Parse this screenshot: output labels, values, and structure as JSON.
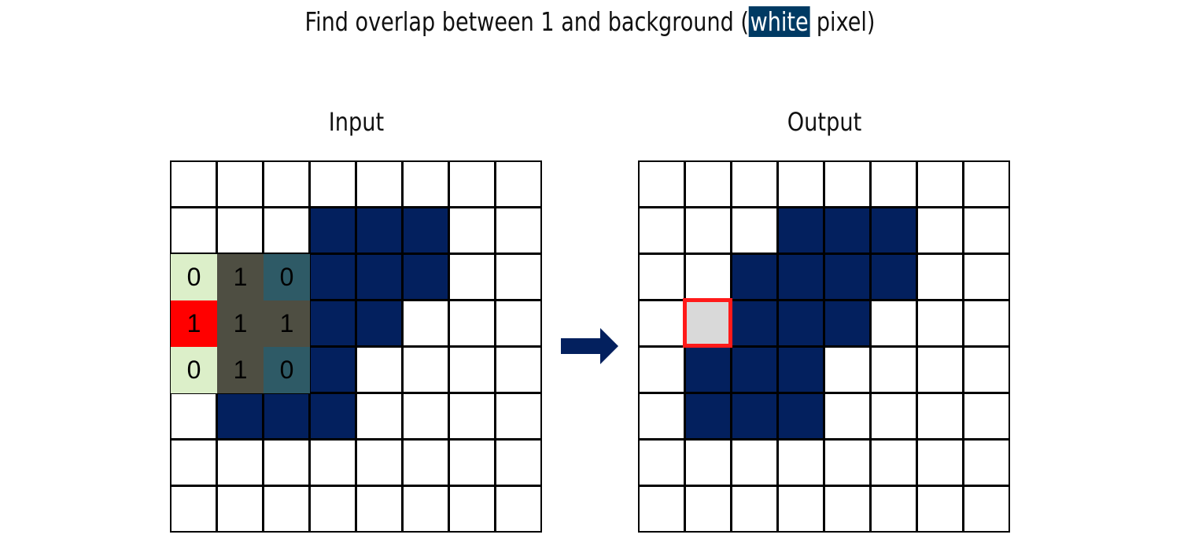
{
  "title": {
    "prefix": "Find overlap between 1 and background (",
    "highlight": "white",
    "suffix": " pixel)"
  },
  "panels": {
    "input_title": "Input",
    "output_title": "Output"
  },
  "colors": {
    "fill": "#03205e",
    "white": "#ffffff",
    "kernel_zero": "#dcefc9",
    "kernel_one_outside": "#ff0000",
    "kernel_one_on_fill": "#4e4e42",
    "kernel_zero_on_fill": "#2e5a66",
    "result": "#d9d9d9",
    "result_border": "#ff1a1a",
    "arrow": "#03205e",
    "title_highlight": "#003a63"
  },
  "input_grid": [
    [
      0,
      0,
      0,
      0,
      0,
      0,
      0,
      0
    ],
    [
      0,
      0,
      0,
      1,
      1,
      1,
      0,
      0
    ],
    [
      0,
      1,
      1,
      1,
      1,
      1,
      0,
      0
    ],
    [
      0,
      1,
      1,
      1,
      1,
      0,
      0,
      0
    ],
    [
      0,
      1,
      1,
      1,
      0,
      0,
      0,
      0
    ],
    [
      0,
      1,
      1,
      1,
      0,
      0,
      0,
      0
    ],
    [
      0,
      0,
      0,
      0,
      0,
      0,
      0,
      0
    ],
    [
      0,
      0,
      0,
      0,
      0,
      0,
      0,
      0
    ]
  ],
  "output_grid": [
    [
      0,
      0,
      0,
      0,
      0,
      0,
      0,
      0
    ],
    [
      0,
      0,
      0,
      1,
      1,
      1,
      0,
      0
    ],
    [
      0,
      0,
      1,
      1,
      1,
      1,
      0,
      0
    ],
    [
      0,
      2,
      1,
      1,
      1,
      0,
      0,
      0
    ],
    [
      0,
      1,
      1,
      1,
      0,
      0,
      0,
      0
    ],
    [
      0,
      1,
      1,
      1,
      0,
      0,
      0,
      0
    ],
    [
      0,
      0,
      0,
      0,
      0,
      0,
      0,
      0
    ],
    [
      0,
      0,
      0,
      0,
      0,
      0,
      0,
      0
    ]
  ],
  "kernel": {
    "row": 2,
    "col": 0,
    "values": [
      [
        "0",
        "1",
        "0"
      ],
      [
        "1",
        "1",
        "1"
      ],
      [
        "0",
        "1",
        "0"
      ]
    ]
  },
  "arrow_icon": "right-arrow-icon"
}
